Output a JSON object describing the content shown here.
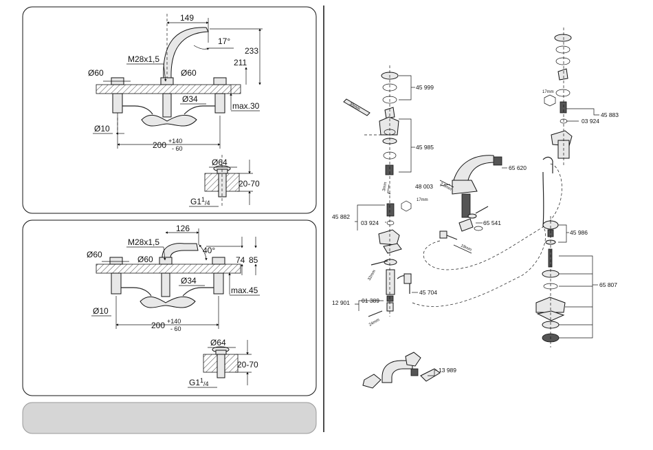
{
  "panel_top": {
    "dimensions": {
      "spout_reach": "149",
      "spout_angle": "17°",
      "height_233": "233",
      "height_211": "211",
      "thread": "M28x1,5",
      "dia_left": "Ø60",
      "dia_center": "Ø60",
      "dia_34": "Ø34",
      "max_thickness": "max.30",
      "dia_10": "Ø10",
      "spread": "200",
      "spread_plus": "+140",
      "spread_minus": "- 60",
      "drain_dia": "Ø64",
      "drain_range": "20-70",
      "drain_thread": "G1",
      "drain_thread_sup": "1",
      "drain_thread_sub": "/4"
    }
  },
  "panel_bottom": {
    "dimensions": {
      "spout_reach": "126",
      "spout_angle": "40°",
      "height_74": "74",
      "height_85": "85",
      "thread": "M28x1,5",
      "dia_left": "Ø60",
      "dia_center": "Ø60",
      "dia_34": "Ø34",
      "max_thickness": "max.45",
      "dia_10": "Ø10",
      "spread": "200",
      "spread_plus": "+140",
      "spread_minus": "- 60",
      "drain_dia": "Ø64",
      "drain_range": "20-70",
      "drain_thread": "G1",
      "drain_thread_sup": "1",
      "drain_thread_sub": "/4"
    }
  },
  "parts": {
    "p45999": "45 999",
    "p45985": "45 985",
    "p45882": "45 882",
    "p03924a": "03 924",
    "p48003": "48 003",
    "p65620": "65 620",
    "p65541": "65 541",
    "p45704": "45 704",
    "p12901": "12 901",
    "p01389": "01 389",
    "p45883": "45 883",
    "p03924b": "03 924",
    "p45986": "45 986",
    "p65807": "65 807",
    "p13989": "13 989"
  },
  "tool_sizes": {
    "t30mm": "30mm",
    "t17mm_a": "17mm",
    "t3mm": "3mm",
    "t19mm": "19mm",
    "t32mm": "32mm",
    "t24mm": "24mm",
    "t17mm_b": "17mm",
    "t2_5mm": "2,5mm"
  }
}
